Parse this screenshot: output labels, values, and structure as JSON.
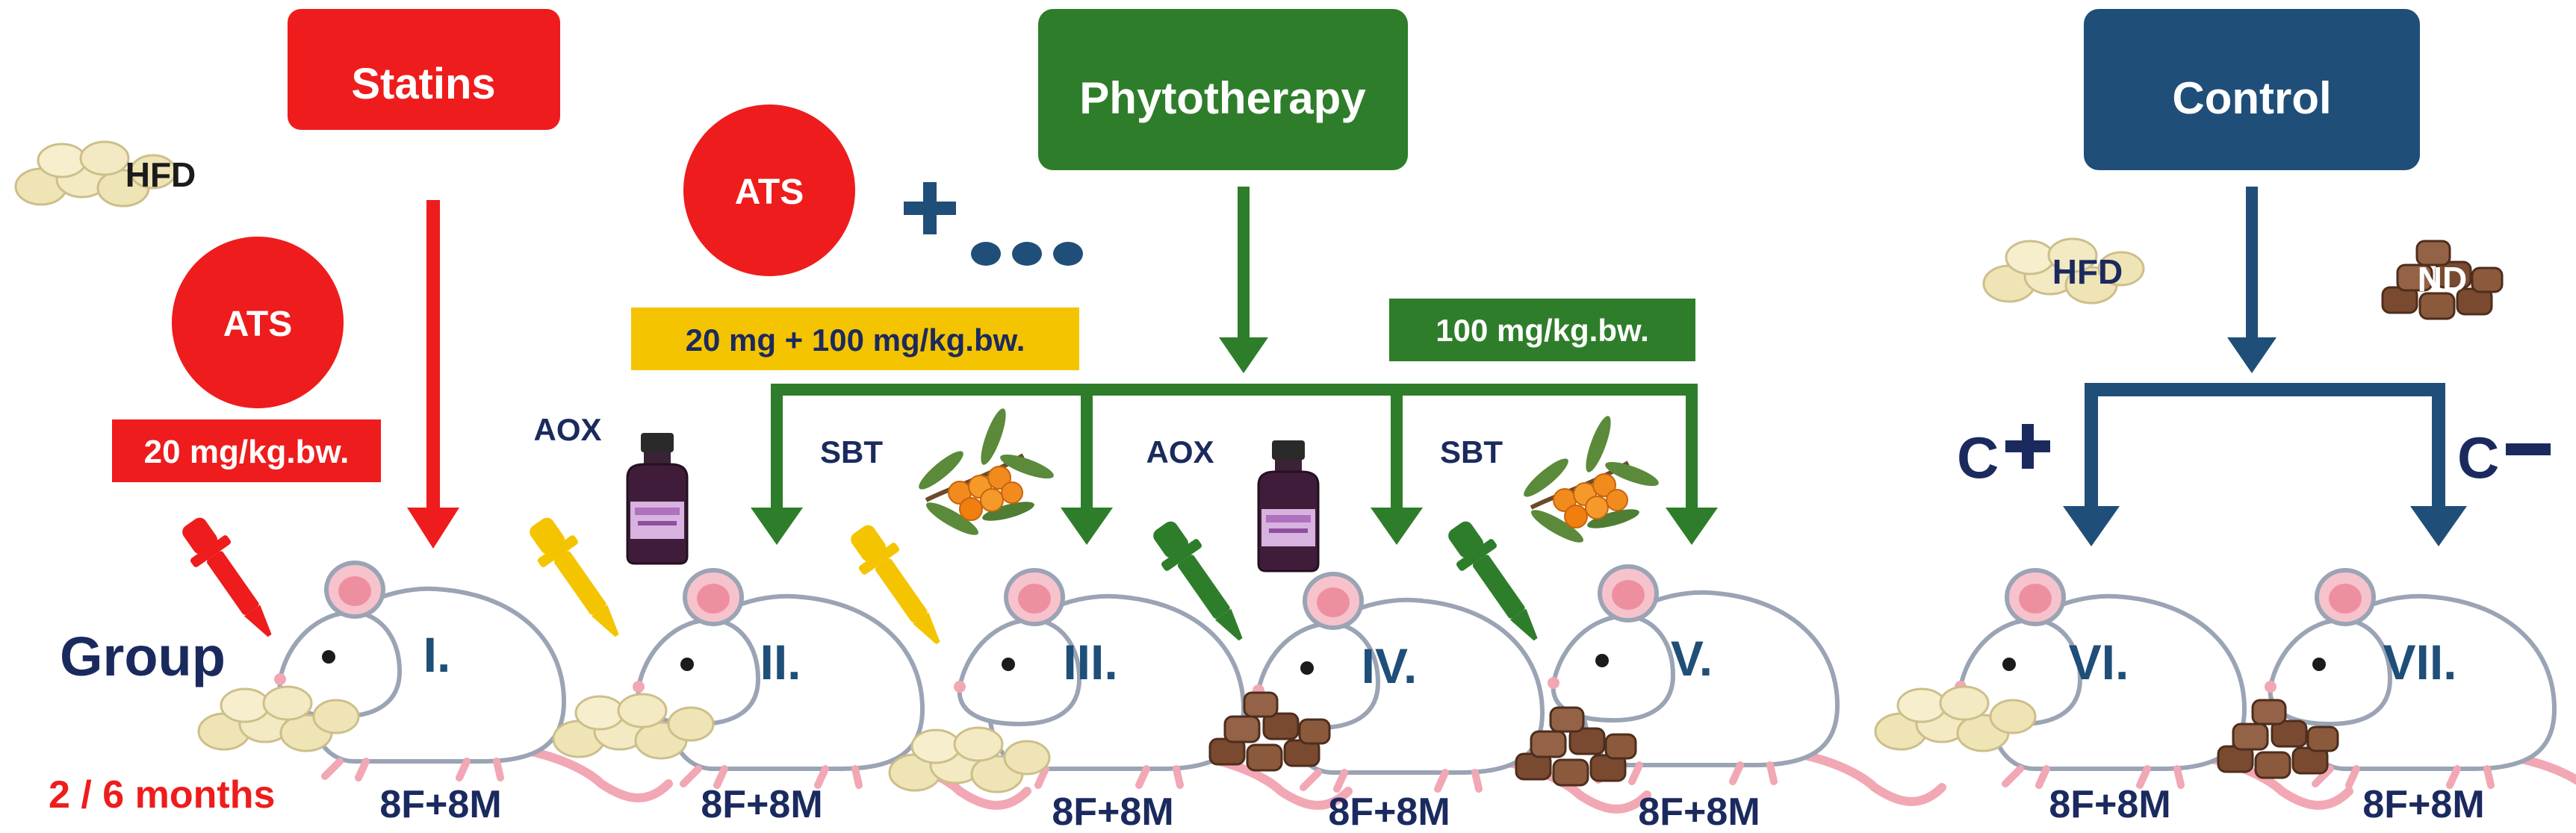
{
  "headers": {
    "statins": "Statins",
    "phytotherapy": "Phytotherapy",
    "control": "Control"
  },
  "labels": {
    "hfd_top_left": "HFD",
    "ats_left": "ATS",
    "dose_statin": "20 mg/kg.bw.",
    "ats_middle": "ATS",
    "dose_combo": "20 mg + 100 mg/kg.bw.",
    "dose_phyto": "100 mg/kg.bw.",
    "aox_1": "AOX",
    "sbt_1": "SBT",
    "aox_2": "AOX",
    "sbt_2": "SBT",
    "hfd_control": "HFD",
    "nd_control": "ND",
    "c_plus": "C",
    "c_minus": "C",
    "group": "Group",
    "duration": "2 / 6 months"
  },
  "groups": [
    {
      "roman": "I.",
      "count": "8F+8M",
      "diet": "HFD"
    },
    {
      "roman": "II.",
      "count": "8F+8M",
      "diet": "HFD"
    },
    {
      "roman": "III.",
      "count": "8F+8M",
      "diet": "HFD"
    },
    {
      "roman": "IV.",
      "count": "8F+8M",
      "diet": "ND"
    },
    {
      "roman": "V.",
      "count": "8F+8M",
      "diet": "ND"
    },
    {
      "roman": "VI.",
      "count": "8F+8M",
      "diet": "HFD"
    },
    {
      "roman": "VII.",
      "count": "8F+8M",
      "diet": "ND"
    }
  ],
  "colors": {
    "statin_red": "#ee1c1c",
    "phyto_green": "#2e7d2a",
    "control_blue": "#1f4e79",
    "combo_yellow": "#f5c400",
    "dark_navy": "#1b2a5e",
    "hfd_pellet": "#efe4b6",
    "nd_pellet": "#7a4a30"
  }
}
